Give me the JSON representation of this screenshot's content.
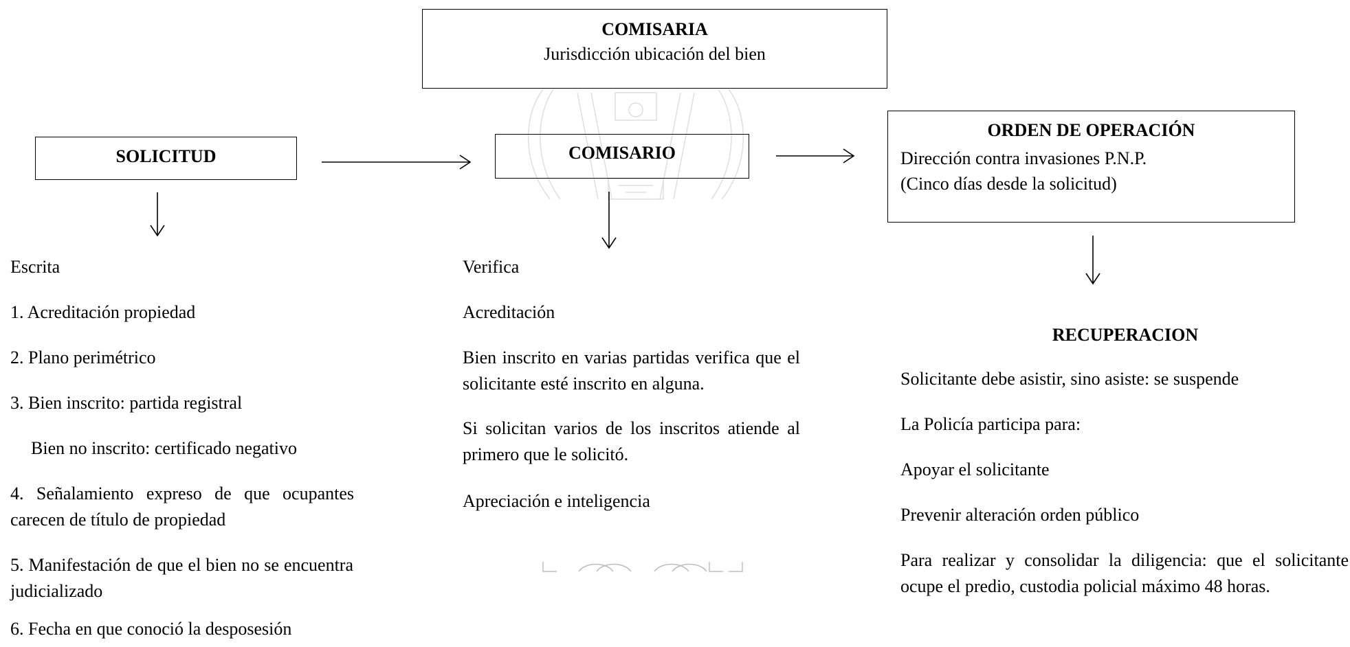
{
  "comisaria": {
    "title": "COMISARIA",
    "subtitle": "Jurisdicción ubicación del bien"
  },
  "solicitud": {
    "title": "SOLICITUD",
    "items": [
      "Escrita",
      "1. Acreditación propiedad",
      "2. Plano perimétrico",
      "3. Bien inscrito: partida registral",
      "Bien no inscrito: certificado negativo",
      "4. Señalamiento expreso de que ocupantes carecen de título de propiedad",
      "5. Manifestación de que el bien no se encuentra judicializado",
      "6. Fecha en que conoció la desposesión"
    ]
  },
  "comisario": {
    "title": "COMISARIO",
    "items": [
      "Verifica",
      "Acreditación",
      "Bien inscrito en varias partidas verifica que el solicitante esté inscrito en alguna.",
      "Si solicitan varios de los inscritos atiende al primero que le solicitó.",
      "Apreciación e inteligencia"
    ]
  },
  "orden": {
    "title": "ORDEN DE OPERACIÓN",
    "line1": "Dirección contra invasiones P.N.P.",
    "line2": "(Cinco días desde la solicitud)"
  },
  "recuperacion": {
    "title": "RECUPERACION",
    "items": [
      "Solicitante debe asistir, sino asiste: se suspende",
      "La Policía participa para:",
      "Apoyar el solicitante",
      "Prevenir alteración orden público",
      "Para realizar y consolidar la diligencia: que el solicitante ocupe el predio, custodia policial máximo 48 horas."
    ]
  },
  "colors": {
    "text": "#000000",
    "watermark": "#bdbdbd"
  }
}
